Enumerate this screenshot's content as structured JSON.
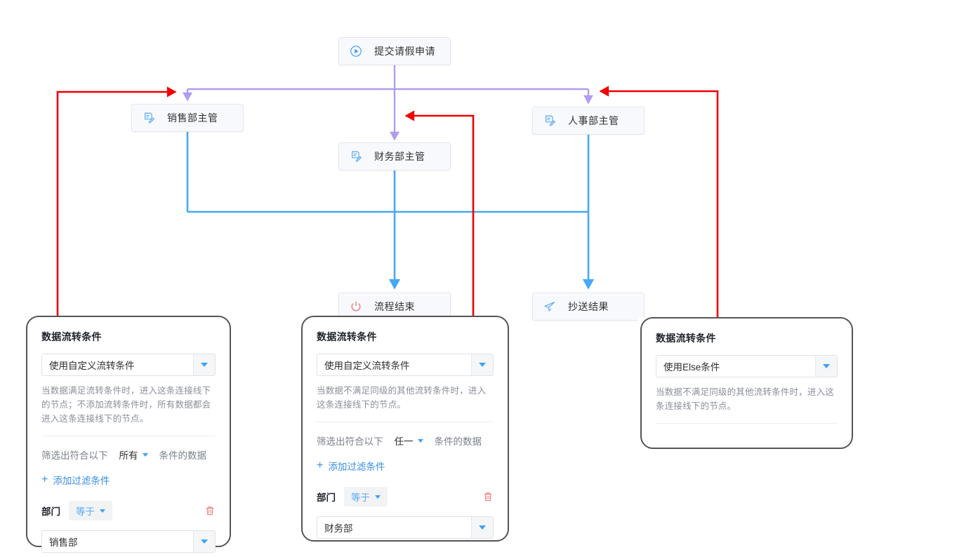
{
  "flow": {
    "nodes": [
      {
        "id": "start",
        "label": "提交请假申请",
        "icon": "play-circle-icon"
      },
      {
        "id": "sales",
        "label": "销售部主管",
        "icon": "approval-form-icon"
      },
      {
        "id": "hr",
        "label": "人事部主管",
        "icon": "approval-form-icon"
      },
      {
        "id": "finance",
        "label": "财务部主管",
        "icon": "approval-form-icon"
      },
      {
        "id": "end",
        "label": "流程结束",
        "icon": "power-off-icon"
      },
      {
        "id": "cc",
        "label": "抄送结果",
        "icon": "send-paper-plane-icon"
      }
    ],
    "edge_colors": {
      "branch": "#b19cf0",
      "flow": "#47a8f5",
      "condition": "#f00000"
    }
  },
  "panels": [
    {
      "id": "panel-sales",
      "title": "数据流转条件",
      "mode_value": "使用自定义流转条件",
      "hint": "当数据满足流转条件时，进入这条连接线下的节点；不添加流转条件时，所有数据都会进入这条连接线下的节点。",
      "has_filter": true,
      "filter_prefix": "筛选出符合以下",
      "filter_logic": "所有",
      "filter_suffix": "条件的数据",
      "add_label": "添加过滤条件",
      "condition": {
        "field": "部门",
        "operator": "等于",
        "value": "销售部",
        "delete_icon": "trash-icon"
      }
    },
    {
      "id": "panel-finance",
      "title": "数据流转条件",
      "mode_value": "使用自定义流转条件",
      "hint": "当数据不满足同级的其他流转条件时，进入这条连接线下的节点。",
      "has_filter": true,
      "filter_prefix": "筛选出符合以下",
      "filter_logic": "任一",
      "filter_suffix": "条件的数据",
      "add_label": "添加过滤条件",
      "condition": {
        "field": "部门",
        "operator": "等于",
        "value": "财务部",
        "delete_icon": "trash-icon"
      }
    },
    {
      "id": "panel-hr",
      "title": "数据流转条件",
      "mode_value": "使用Else条件",
      "hint": "当数据不满足同级的其他流转条件时，进入这条连接线下的节点。",
      "has_filter": false
    }
  ]
}
